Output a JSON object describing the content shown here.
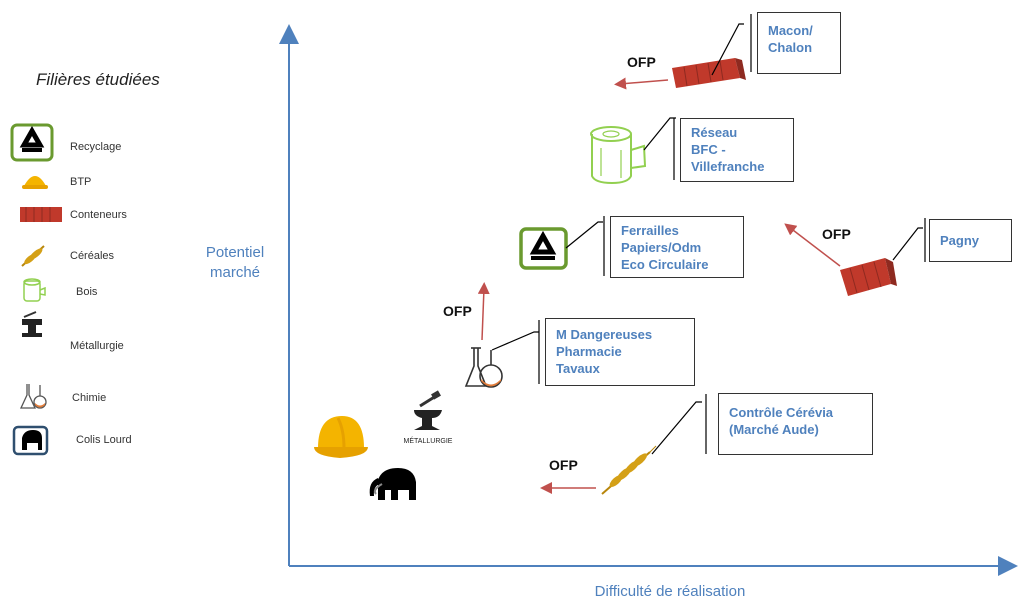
{
  "legend": {
    "title": "Filières étudiées",
    "items": [
      {
        "label": "Recyclage",
        "icon": "recycle-icon"
      },
      {
        "label": "BTP",
        "icon": "hard-hat-icon"
      },
      {
        "label": "Conteneurs",
        "icon": "container-icon"
      },
      {
        "label": "Céréales",
        "icon": "wheat-icon"
      },
      {
        "label": "Bois",
        "icon": "log-icon"
      },
      {
        "label": "Métallurgie",
        "icon": "anvil-icon"
      },
      {
        "label": "Chimie",
        "icon": "flask-icon"
      },
      {
        "label": "Colis Lourd",
        "icon": "elephant-icon"
      }
    ]
  },
  "axes": {
    "y_label": "Potentiel\nmarché",
    "x_label": "Difficulté de réalisation"
  },
  "boxes": {
    "macon": "Macon/\nChalon",
    "reseau": "Réseau\nBFC -\nVillefranche",
    "ferrailles": "Ferrailles\nPapiers/Odm\nEco Circulaire",
    "pagny": "Pagny",
    "dangereuses": "M Dangereuses\nPharmacie\nTavaux",
    "cerevia": "Contrôle Cérévia\n(Marché Aude)"
  },
  "ofp_label": "OFP",
  "metallurgie_caption": "MÉTALLURGIE",
  "colors": {
    "axis": "#4f81bd",
    "arrow": "#c0504d",
    "container": "#c0392b",
    "wood": "#92d050"
  }
}
